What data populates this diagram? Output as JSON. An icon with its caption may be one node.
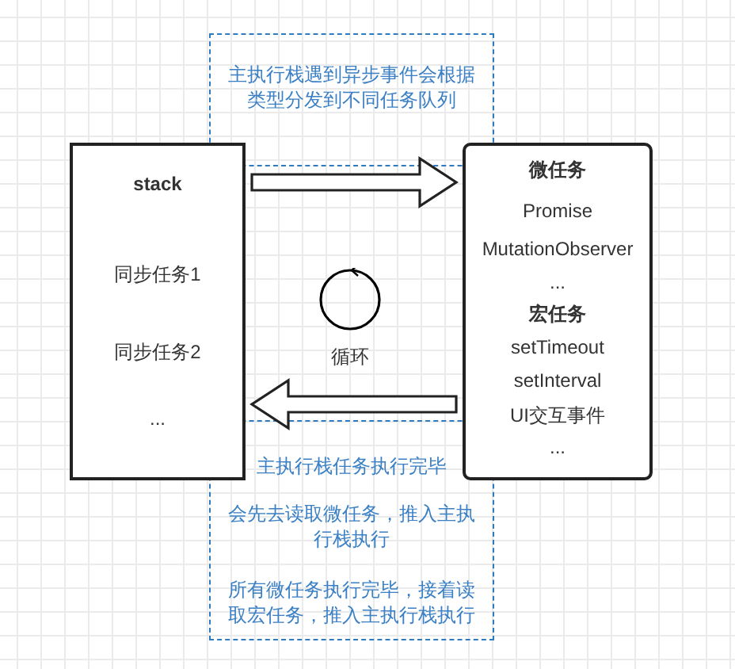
{
  "diagram": {
    "nodes": [
      {
        "text": [
          "主执行栈遇到异步事件会根据类型分发到不同任务队列"
        ]
      },
      {
        "text": [
          "stack",
          "同步任务1",
          "同步任务2",
          "..."
        ]
      },
      {
        "text": [
          "微任务",
          "Promise",
          "MutationObserver",
          "...",
          "宏任务",
          "setTimeout",
          "setInterval",
          "UI交互事件",
          "..."
        ]
      },
      {
        "text": [],
        "shape": "circle",
        "beside": [
          "循环"
        ]
      },
      {
        "text": [
          "主执行栈任务执行完毕",
          "会先去读取微任务，推入主执行栈执行",
          "所有微任务执行完毕，接着读取宏任务，推入主执行栈执行"
        ]
      }
    ],
    "edges": [
      {
        "from": 1,
        "to": 2,
        "arrow": "to"
      },
      {
        "from": 2,
        "to": 1,
        "arrow": "to"
      }
    ]
  }
}
